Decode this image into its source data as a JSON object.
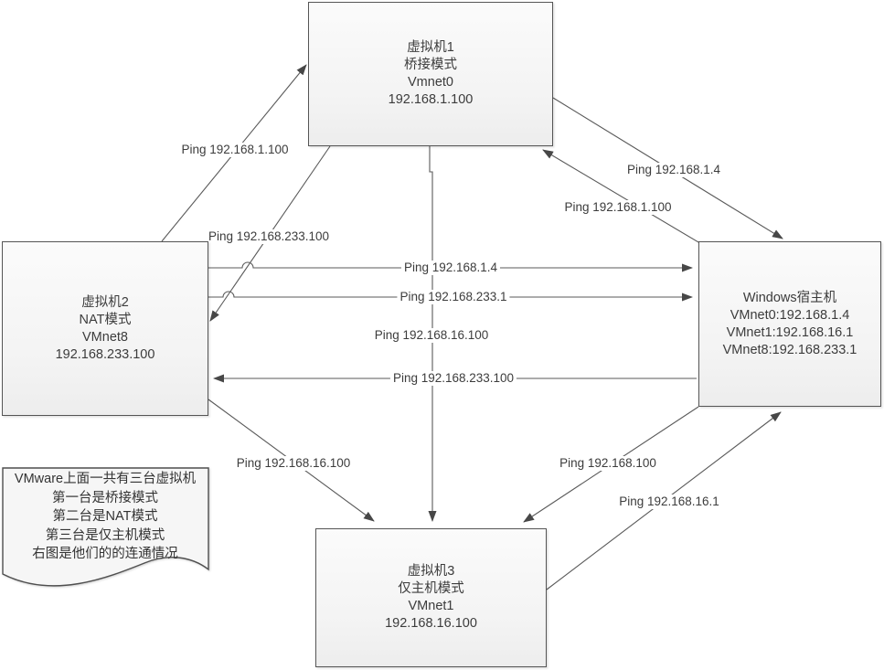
{
  "diagram_type": "vmware-network-connectivity",
  "nodes": {
    "vm1": {
      "lines": [
        "虚拟机1",
        "桥接模式",
        "Vmnet0",
        "192.168.1.100"
      ]
    },
    "vm2": {
      "lines": [
        "虚拟机2",
        "NAT模式",
        "VMnet8",
        "192.168.233.100"
      ]
    },
    "vm3": {
      "lines": [
        "虚拟机3",
        "仅主机模式",
        "VMnet1",
        "192.168.16.100"
      ]
    },
    "host": {
      "lines": [
        "Windows宿主机",
        "VMnet0:192.168.1.4",
        "VMnet1:192.168.16.1",
        "VMnet8:192.168.233.1"
      ]
    }
  },
  "note": {
    "lines": [
      "VMware上面一共有三台虚拟机",
      "第一台是桥接模式",
      "第二台是NAT模式",
      "第三台是仅主机模式",
      "右图是他们的的连通情况"
    ]
  },
  "edges": [
    {
      "from": "vm2",
      "to": "vm1",
      "label": "Ping 192.168.1.100"
    },
    {
      "from": "vm1",
      "to": "vm2",
      "label": "Ping 192.168.233.100"
    },
    {
      "from": "vm1",
      "to": "host",
      "label": "Ping 192.168.1.4"
    },
    {
      "from": "host",
      "to": "vm1",
      "label": "Ping 192.168.1.100"
    },
    {
      "from": "vm2",
      "to": "host",
      "label": "Ping 192.168.1.4"
    },
    {
      "from": "vm2",
      "to": "host",
      "label": "Ping 192.168.233.1"
    },
    {
      "from": "vm1",
      "to": "vm3",
      "label": "Ping 192.168.16.100"
    },
    {
      "from": "host",
      "to": "vm2",
      "label": "Ping 192.168.233.100"
    },
    {
      "from": "vm2",
      "to": "vm3",
      "label": "Ping 192.168.16.100"
    },
    {
      "from": "host",
      "to": "vm3",
      "label": "Ping 192.168.100"
    },
    {
      "from": "vm3",
      "to": "host",
      "label": "Ping 192.168.16.1"
    }
  ],
  "colors": {
    "background": "#ffffff",
    "line": "#595959",
    "arrowhead": "#474747",
    "box_border": "#555555",
    "box_fill_top": "#fbfbfb",
    "box_fill_bottom": "#ededed",
    "text": "#3c3c3c"
  }
}
